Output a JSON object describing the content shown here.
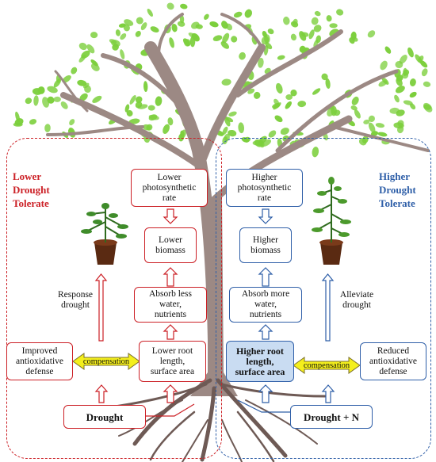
{
  "left_panel": {
    "title": "Lower\nDrought\nTolerate",
    "color": "#cc2026",
    "boxes": {
      "photosynthesis": "Lower\nphotosynthetic\nrate",
      "biomass": "Lower\nbiomass",
      "absorb": "Absorb less\nwater,\nnutrients",
      "root": "Lower root\nlength,\nsurface area",
      "antioxidative": "Improved\nantioxidative\ndefense",
      "treatment": "Drought"
    },
    "note": "Response\ndrought",
    "compensation": "compensation"
  },
  "right_panel": {
    "title": "Higher\nDrought\nTolerate",
    "color": "#2f5fa8",
    "boxes": {
      "photosynthesis": "Higher\nphotosynthetic\nrate",
      "biomass": "Higher\nbiomass",
      "absorb": "Absorb more\nwater,\nnutrients",
      "root": "Higher root\nlength,\nsurface area",
      "antioxidative": "Reduced\nantioxidative\ndefense",
      "treatment": "Drought + N"
    },
    "note": "Alleviate\ndrought",
    "compensation": "compensation"
  },
  "colors": {
    "trunk": "#9c8984",
    "leaf": "#7ccf3c",
    "compensation_fill": "#f4ef1c",
    "compensation_stroke": "#7a6f2a",
    "highlight_box": "#c9dcf2"
  }
}
